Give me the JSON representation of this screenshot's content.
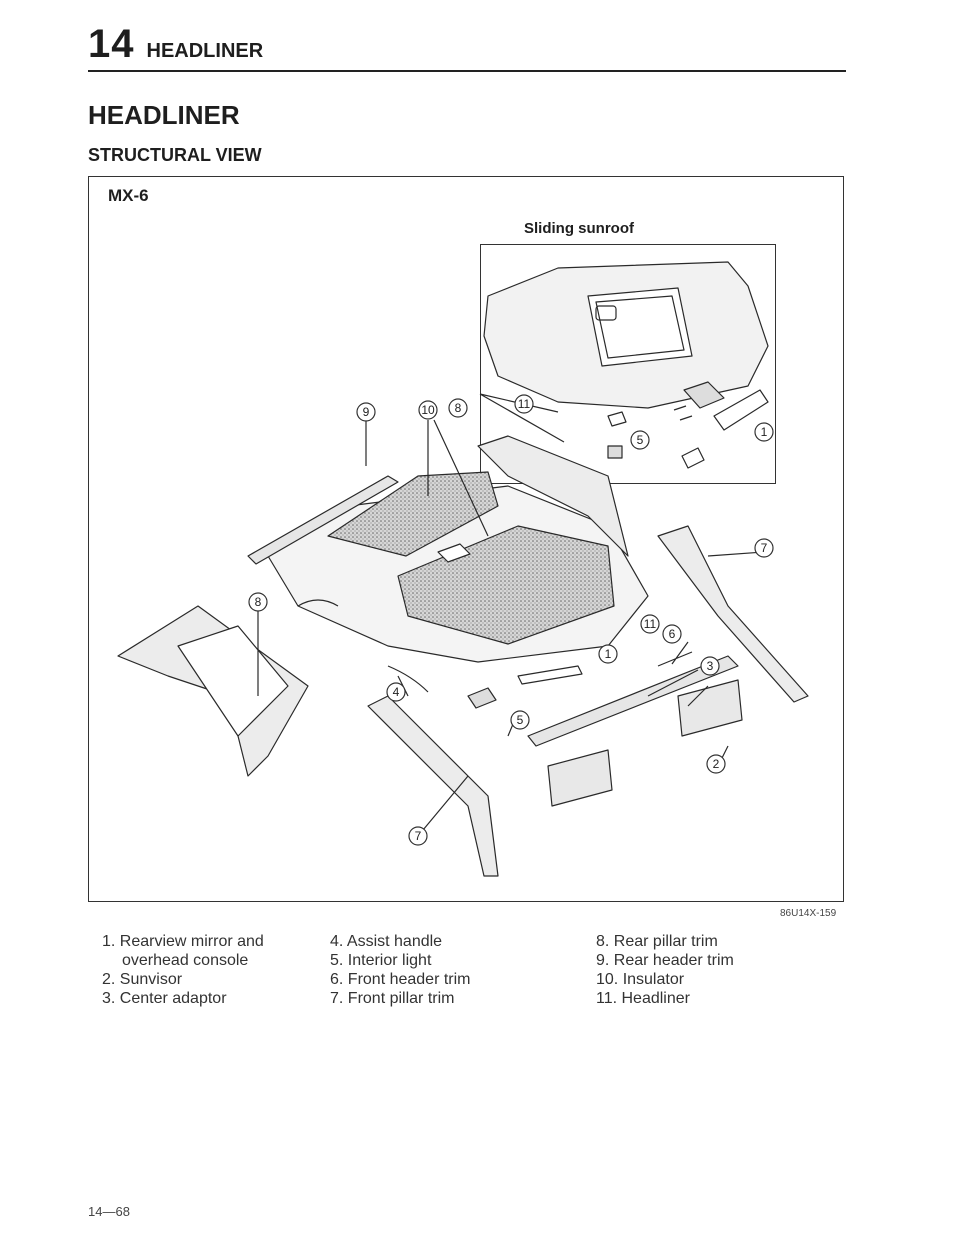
{
  "header": {
    "section_number": "14",
    "section_title": "HEADLINER"
  },
  "page_title": "HEADLINER",
  "subtitle": "STRUCTURAL VIEW",
  "figure": {
    "model": "MX-6",
    "inset_label": "Sliding sunroof",
    "figure_code": "86U14X-159",
    "callouts": [
      "9",
      "10",
      "8",
      "11",
      "5",
      "1",
      "8",
      "7",
      "11",
      "6",
      "1",
      "3",
      "4",
      "5",
      "2",
      "7"
    ]
  },
  "legend": {
    "col1": [
      "1. Rearview mirror and",
      "overhead console",
      "2. Sunvisor",
      "3. Center adaptor"
    ],
    "col2": [
      "4. Assist handle",
      "5. Interior light",
      "6. Front header trim",
      "7. Front pillar trim"
    ],
    "col3": [
      "8. Rear pillar trim",
      "9. Rear header trim",
      "10. Insulator",
      "11. Headliner"
    ]
  },
  "footer": {
    "page_number": "14—68"
  }
}
